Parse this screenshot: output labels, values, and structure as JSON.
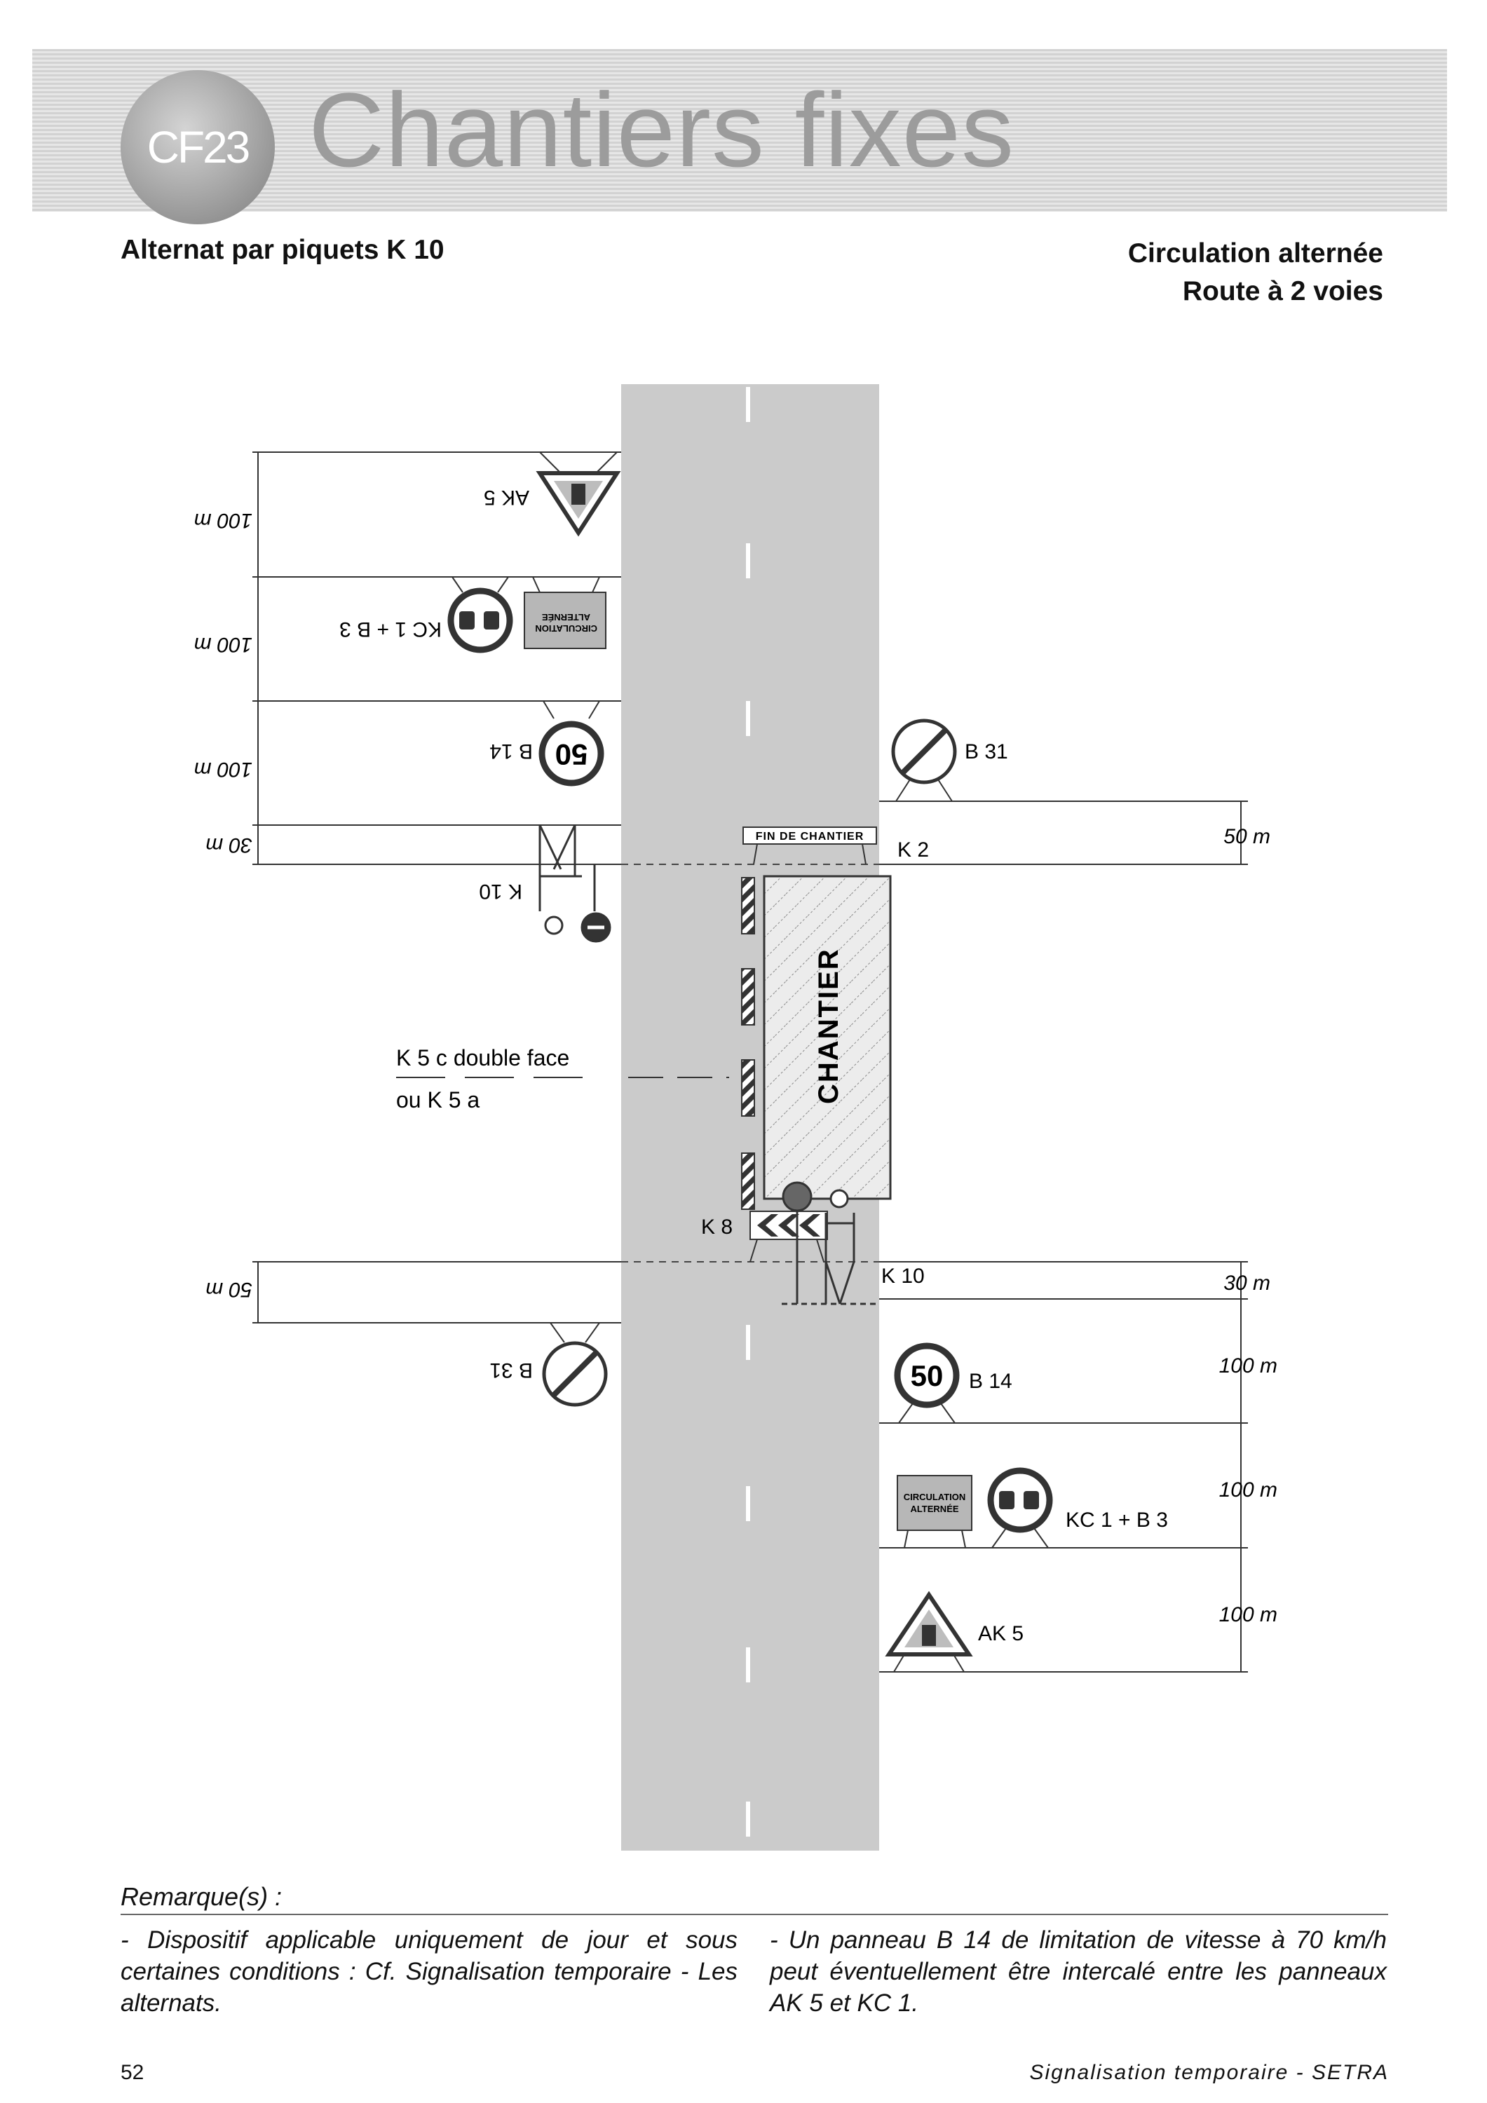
{
  "header": {
    "badge": "CF23",
    "title": "Chantiers fixes"
  },
  "subtitle": {
    "left": "Alternat par piquets K 10",
    "right_line1": "Circulation alternée",
    "right_line2": "Route à 2 voies"
  },
  "diagram": {
    "left_side": {
      "ak5_label": "AK 5",
      "kc1b3_label": "KC 1 + B 3",
      "b14_label": "B 14",
      "k10_label": "K 10",
      "b31_label": "B 31",
      "dist_1": "100 m",
      "dist_2": "100 m",
      "dist_3": "100 m",
      "dist_4": "30 m",
      "dist_5": "50 m",
      "circ_sign_line1": "CIRCULATION",
      "circ_sign_line2": "ALTERNÉE",
      "speed_value": "50"
    },
    "center": {
      "k5_label_line1": "K 5 c double face",
      "k5_label_line2": "ou K 5 a",
      "chantier_label": "CHANTIER",
      "fin_chantier_sign": "FIN DE CHANTIER",
      "k2_label": "K 2",
      "k8_label": "K 8"
    },
    "right_side": {
      "b31_label": "B 31",
      "k10_label": "K 10",
      "b14_label": "B 14",
      "kc1b3_label": "KC 1 + B 3",
      "ak5_label": "AK 5",
      "dist_1": "50 m",
      "dist_2": "30 m",
      "dist_3": "100 m",
      "dist_4": "100 m",
      "dist_5": "100 m",
      "circ_sign_line1": "CIRCULATION",
      "circ_sign_line2": "ALTERNÉE",
      "speed_value": "50"
    },
    "colors": {
      "road": "#cbcbcb",
      "sign_red_border": "#555555",
      "sign_face": "#9a9a9a",
      "chantier_fill": "#e9e9e9"
    }
  },
  "remarks": {
    "label": "Remarque(s) :",
    "left": "- Dispositif applicable uniquement de jour et sous certaines conditions : Cf. Signalisation temporaire - Les alternats.",
    "right": "- Un panneau B 14 de limitation de vitesse à 70 km/h peut éventuellement être intercalé entre les panneaux AK 5 et KC 1."
  },
  "footer": {
    "page": "52",
    "source": "Signalisation temporaire - SETRA"
  }
}
